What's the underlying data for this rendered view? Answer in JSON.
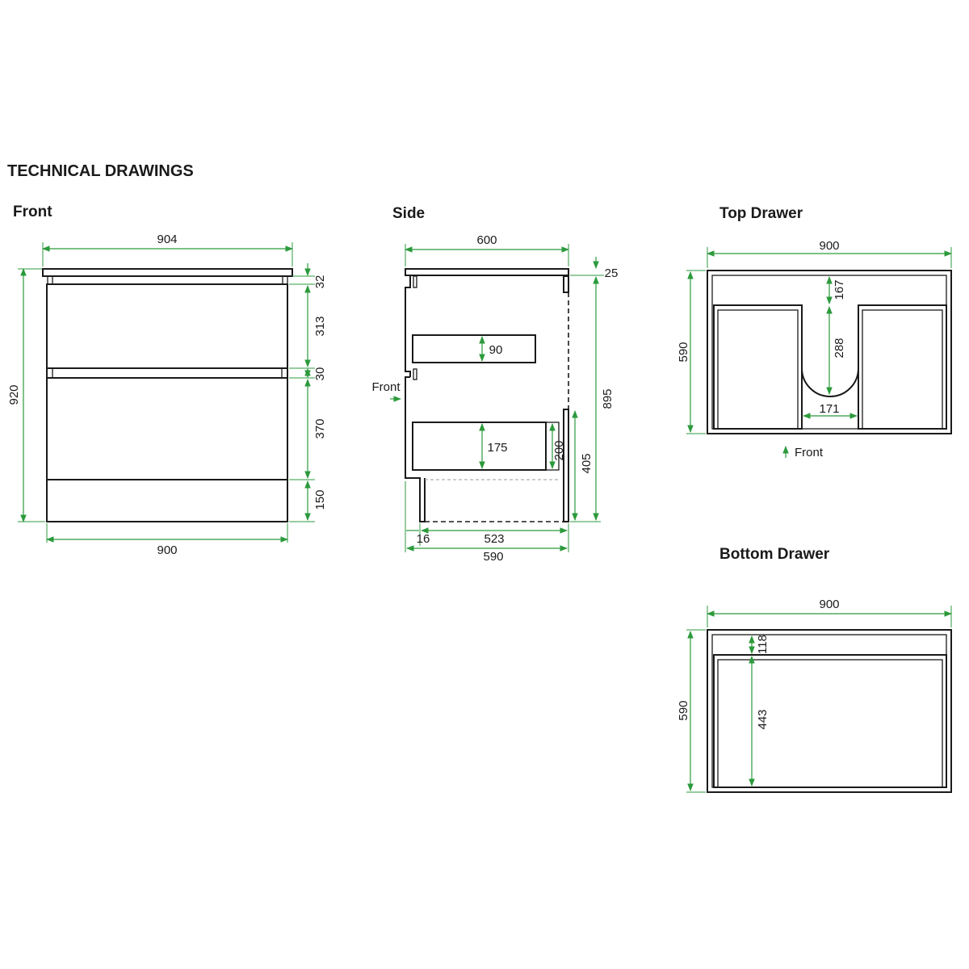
{
  "title": "TECHNICAL DRAWINGS",
  "colors": {
    "outline": "#1a1a1a",
    "dimension": "#2c9a3c",
    "background": "#ffffff"
  },
  "front": {
    "title": "Front",
    "top_width": "904",
    "bottom_width": "900",
    "total_height": "920",
    "segments": [
      "32",
      "313",
      "30",
      "370",
      "150"
    ]
  },
  "side": {
    "title": "Side",
    "top_depth": "600",
    "top_thickness": "25",
    "total_height": "895",
    "upper_drawer_depth": "90",
    "lower_drawer_depth": "175",
    "lower_drawer_front": "200",
    "leg_height": "405",
    "front_label": "Front",
    "bottom_offset": "16",
    "bottom_inner": "523",
    "bottom_total": "590"
  },
  "top_drawer": {
    "title": "Top Drawer",
    "width": "900",
    "depth": "590",
    "front_gap": "167",
    "cutout_depth": "288",
    "cutout_width": "171",
    "front_label": "Front"
  },
  "bottom_drawer": {
    "title": "Bottom Drawer",
    "width": "900",
    "depth": "590",
    "front_gap": "118",
    "inner_depth": "443"
  }
}
